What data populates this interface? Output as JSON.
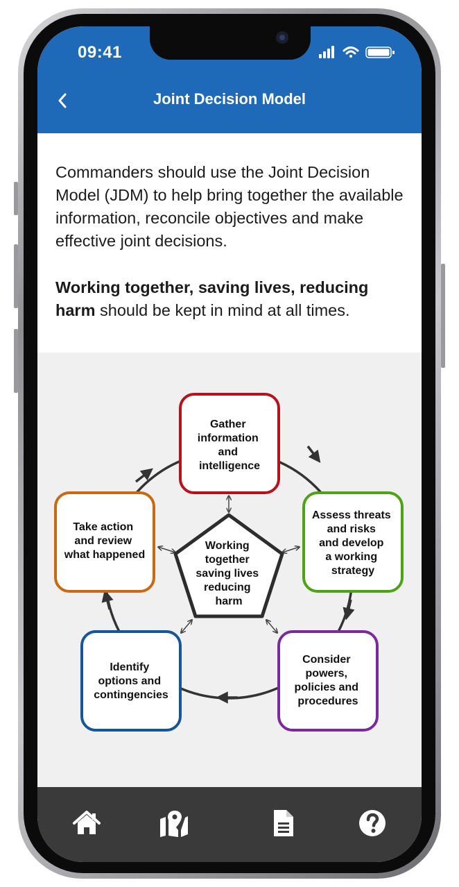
{
  "status_bar": {
    "time": "09:41"
  },
  "header": {
    "title": "Joint Decision Model"
  },
  "content": {
    "intro": "Commanders should use the Joint Decision Model (JDM) to help bring together the available information, reconcile objectives and make effective joint decisions.",
    "tagline_bold": "Working together, saving lives, reducing harm",
    "tagline_rest": "should be kept in mind at all times."
  },
  "diagram": {
    "center": [
      "Working",
      "together",
      "saving lives",
      "reducing",
      "harm"
    ],
    "steps": [
      {
        "lines": [
          "Gather",
          "information",
          "and",
          "intelligence"
        ],
        "color": "#b5121b"
      },
      {
        "lines": [
          "Assess threats",
          "and risks",
          "and develop",
          "a working",
          "strategy"
        ],
        "color": "#4ea216"
      },
      {
        "lines": [
          "Consider",
          "powers,",
          "policies and",
          "procedures"
        ],
        "color": "#7b2a9b"
      },
      {
        "lines": [
          "Identify",
          "options and",
          "contingencies"
        ],
        "color": "#15569b"
      },
      {
        "lines": [
          "Take action",
          "and review",
          "what happened"
        ],
        "color": "#c96a12"
      }
    ]
  },
  "tabbar": {
    "items": [
      {
        "icon": "home-icon"
      },
      {
        "icon": "map-icon"
      },
      {
        "icon": "document-icon"
      },
      {
        "icon": "help-icon"
      }
    ]
  },
  "colors": {
    "header": "#1e6ab8",
    "tabbar": "#3a3a3a",
    "diagram_bg": "#f0f0f0"
  }
}
